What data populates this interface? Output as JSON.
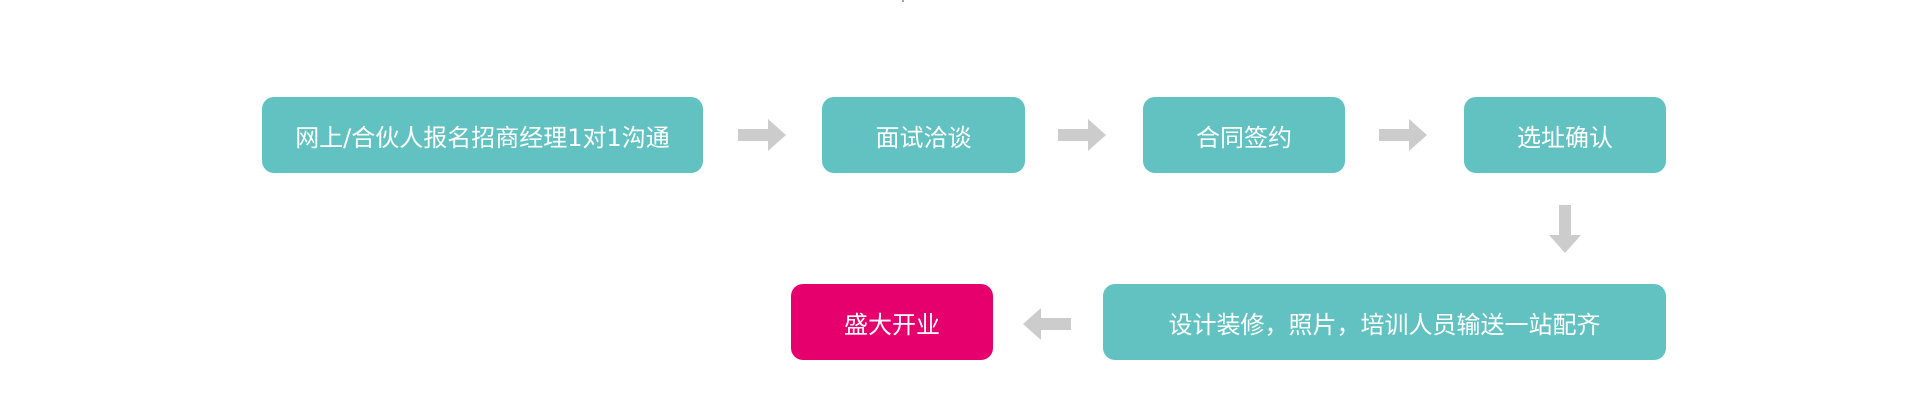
{
  "flow": {
    "steps": [
      {
        "label": "网上/合伙人报名招商经理1对1沟通"
      },
      {
        "label": "面试洽谈"
      },
      {
        "label": "合同签约"
      },
      {
        "label": "选址确认"
      },
      {
        "label": "设计装修，照片，培训人员输送一站配齐"
      },
      {
        "label": "盛大开业"
      }
    ]
  },
  "colors": {
    "step_teal": "#62c2c1",
    "step_final": "#e5006e",
    "arrow": "#cccccc"
  },
  "icons": {
    "arrow_right": "arrow-right-icon",
    "arrow_down": "arrow-down-icon",
    "arrow_left": "arrow-left-icon"
  }
}
